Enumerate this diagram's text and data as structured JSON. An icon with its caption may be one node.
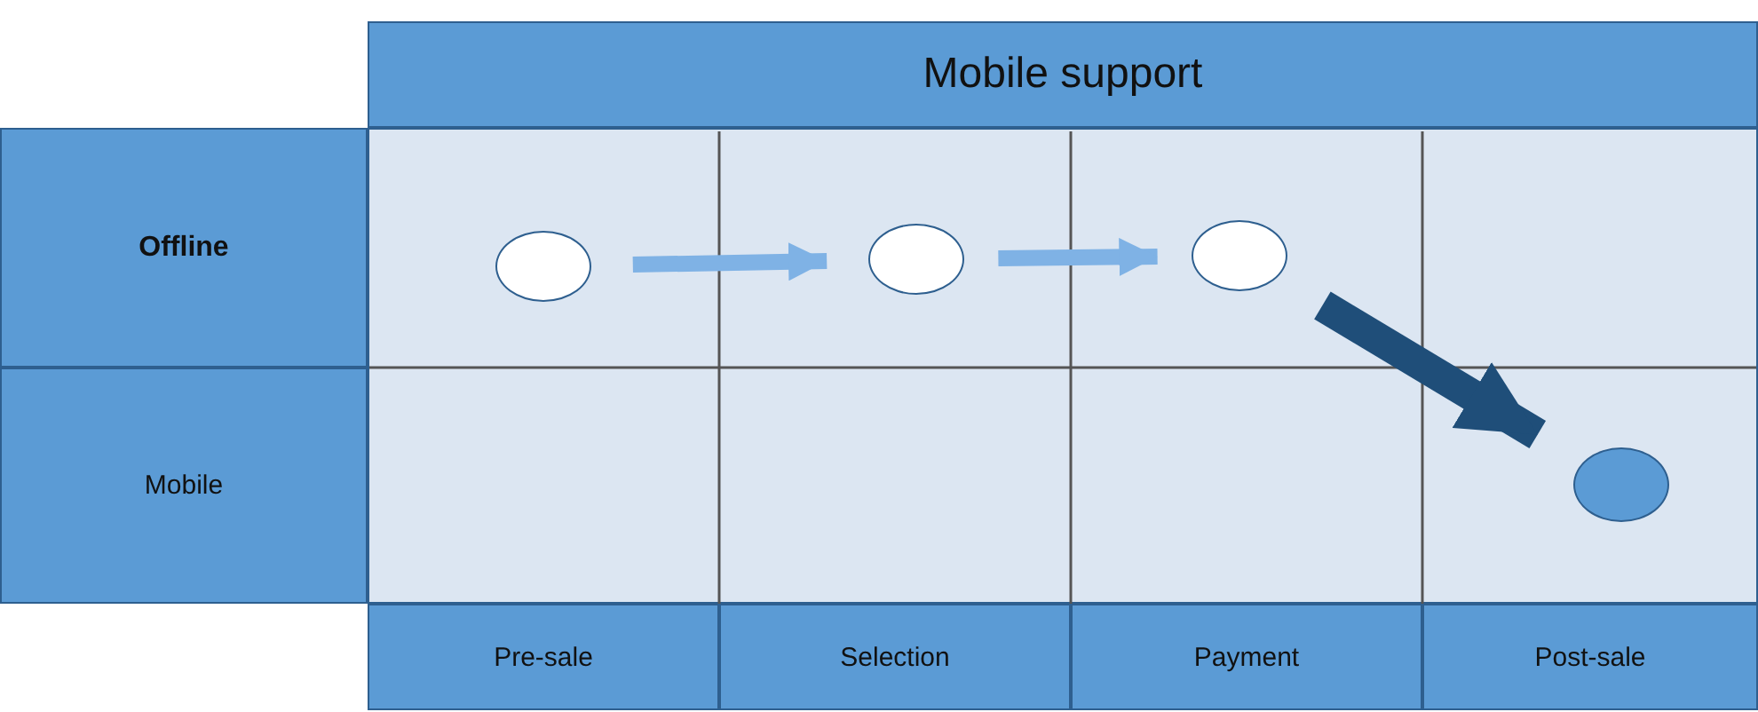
{
  "diagram": {
    "nodes": [
      {
        "text": [
          "Mobile support"
        ]
      },
      {
        "text": [
          "Offline"
        ]
      },
      {
        "text": [],
        "shape": "circle"
      },
      {
        "text": [],
        "shape": "circle"
      },
      {
        "text": [],
        "shape": "circle"
      },
      {
        "text": [
          "Mobile"
        ]
      },
      {
        "text": [],
        "shape": "circle"
      },
      {
        "text": [
          "Pre-sale"
        ]
      },
      {
        "text": [
          "Selection"
        ]
      },
      {
        "text": [
          "Payment"
        ]
      },
      {
        "text": [
          "Post-sale"
        ]
      }
    ],
    "edges": [
      {
        "from": 2,
        "to": 3,
        "arrow": "to"
      },
      {
        "from": 3,
        "to": 4,
        "arrow": "to"
      },
      {
        "from": 4,
        "to": 6,
        "arrow": "to",
        "style": "thick",
        "color": "#1f4e79"
      }
    ]
  }
}
